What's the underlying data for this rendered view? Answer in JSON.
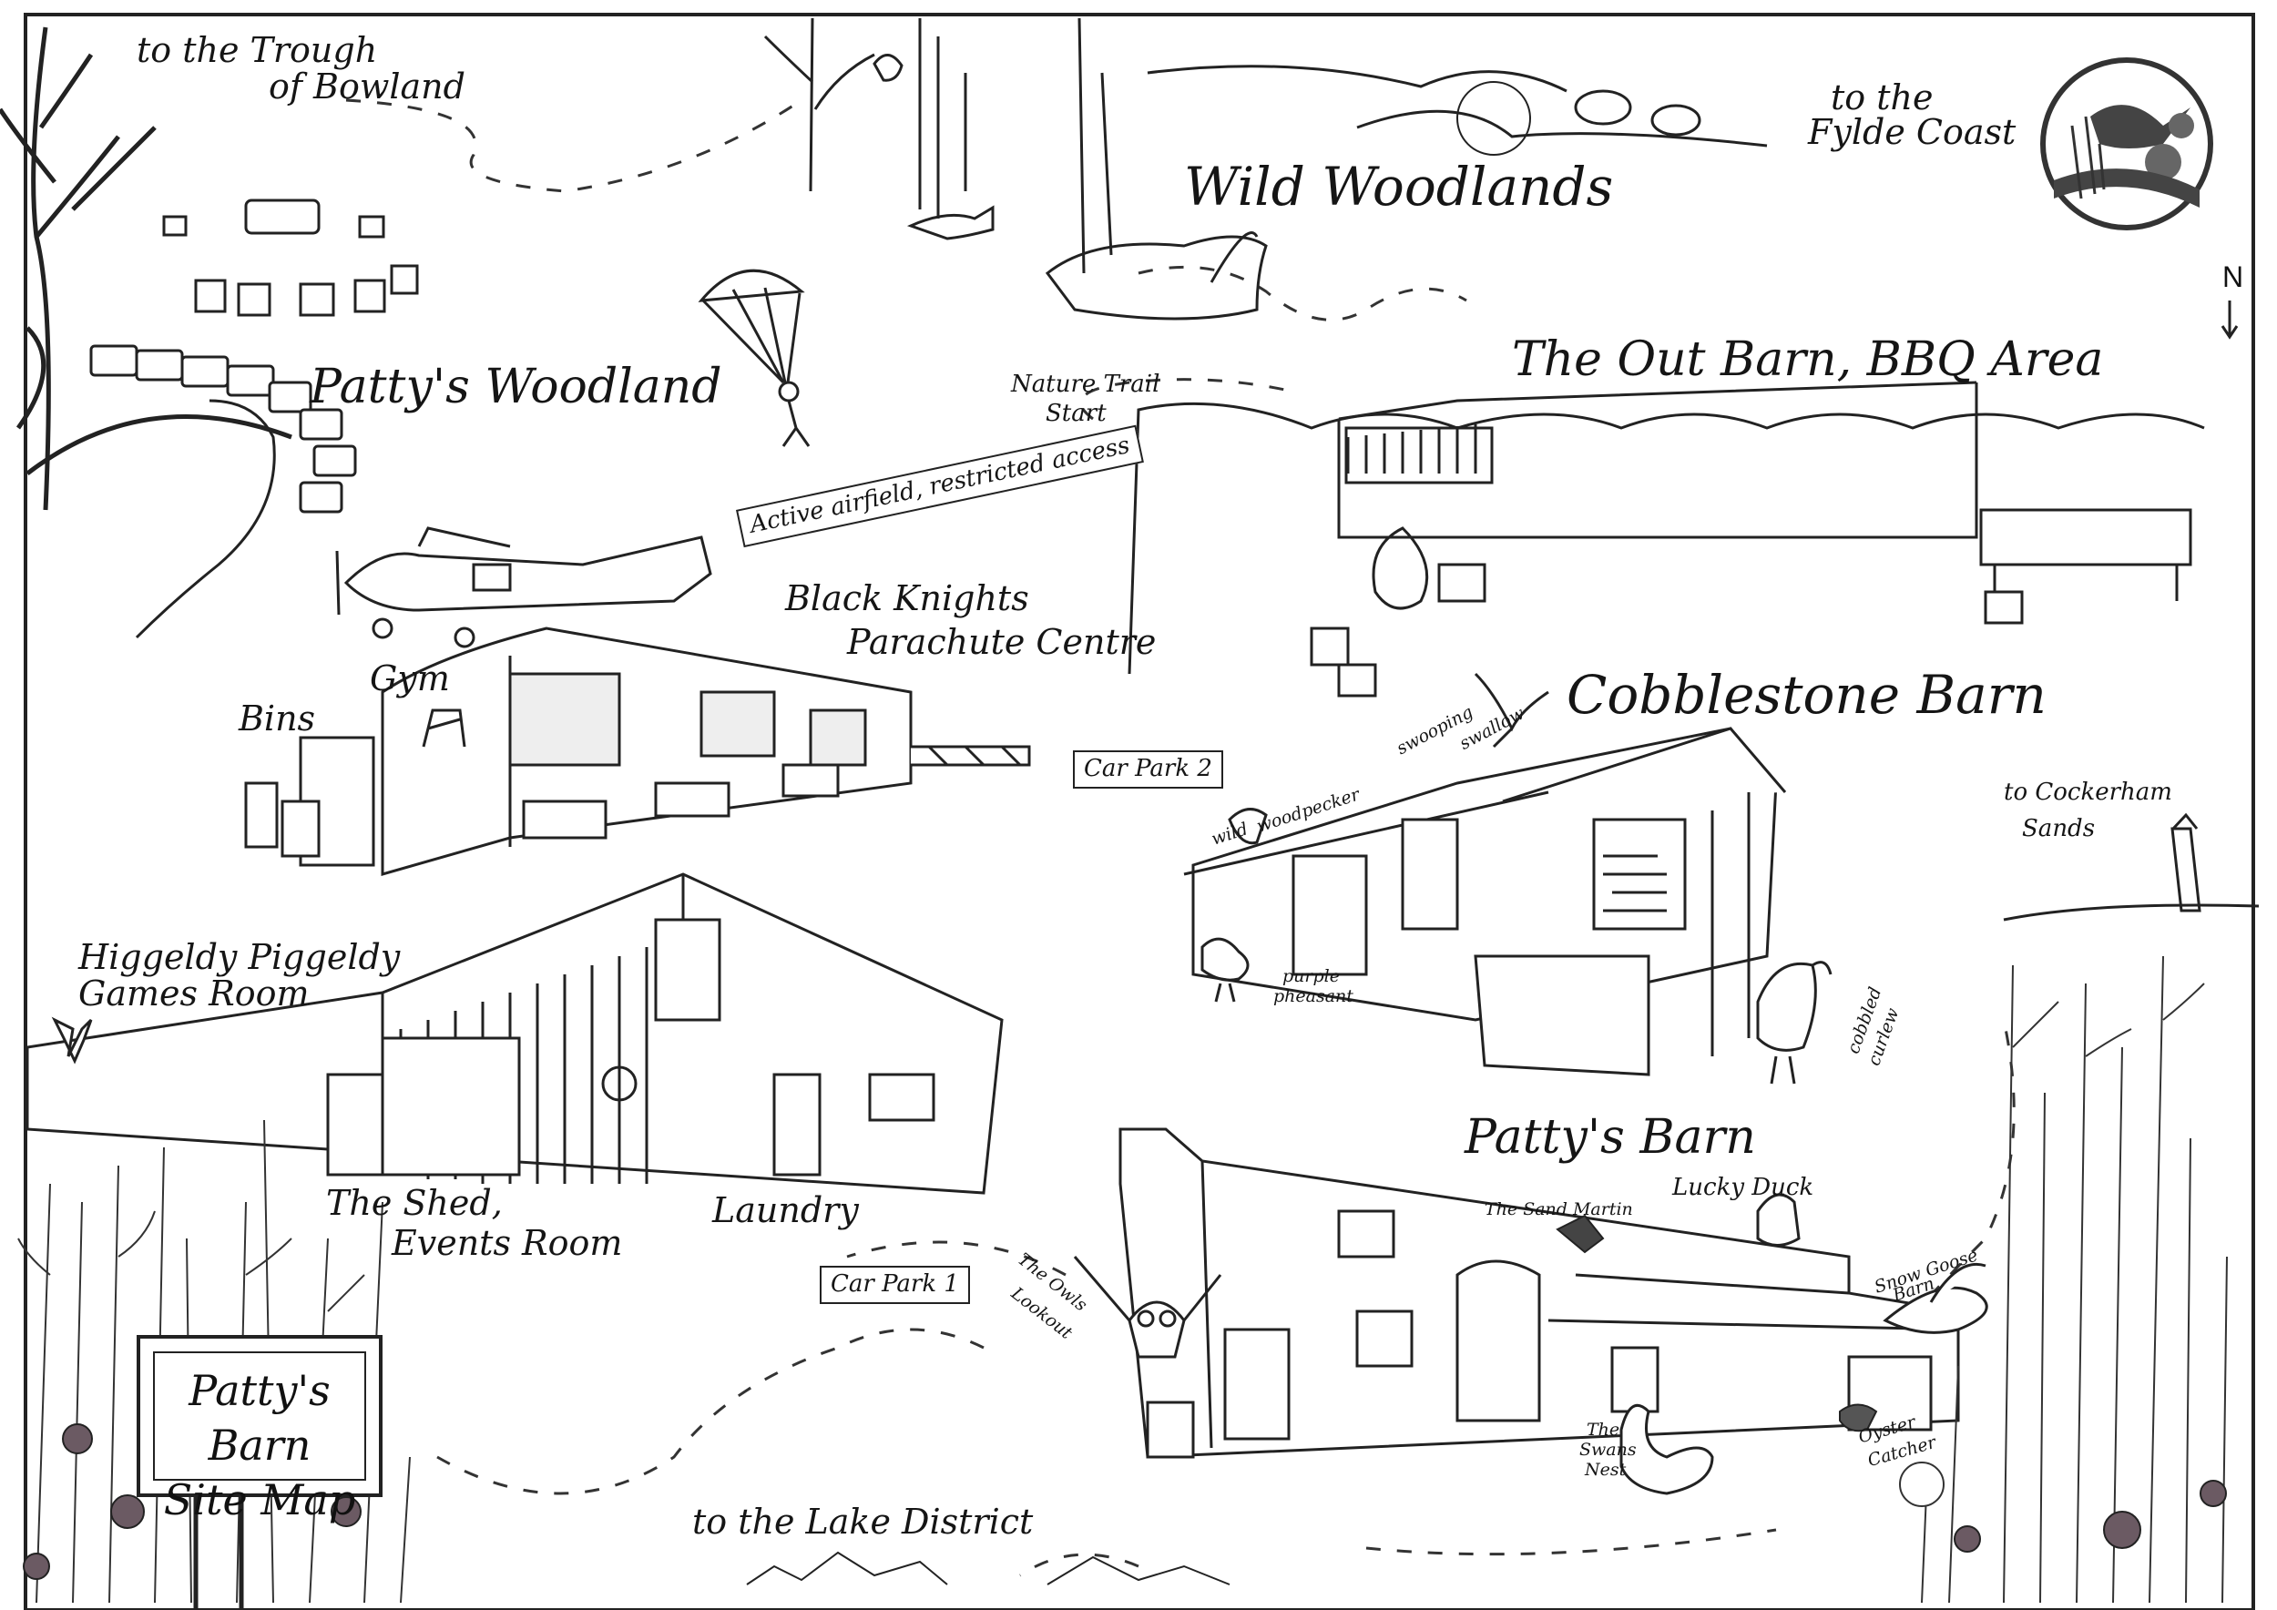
{
  "labels": {
    "trough_bowland_1": "to the Trough",
    "trough_bowland_2": "of Bowland",
    "wild_woodlands": "Wild Woodlands",
    "fylde_coast_1": "to the",
    "fylde_coast_2": "Fylde Coast",
    "compass": "N",
    "pattys_woodland": "Patty's Woodland",
    "nature_trail_1": "Nature Trail",
    "nature_trail_2": "Start",
    "out_barn": "The Out Barn, BBQ Area",
    "active_airfield": "Active airfield, restricted access",
    "black_knights_1": "Black Knights",
    "black_knights_2": "Parachute Centre",
    "gym": "Gym",
    "bins": "Bins",
    "car_park_2": "Car Park 2",
    "cobblestone_barn": "Cobblestone Barn",
    "swooping_swallow_1": "swooping",
    "swooping_swallow_2": "swallow",
    "wild_woodpecker_1": "wild",
    "wild_woodpecker_2": "woodpecker",
    "purple_pheasant_1": "purple",
    "purple_pheasant_2": "pheasant",
    "cobbled_curlew_1": "cobbled",
    "cobbled_curlew_2": "curlew",
    "cockerham_1": "to Cockerham",
    "cockerham_2": "Sands",
    "games_room_1": "Higgeldy Piggeldy",
    "games_room_2": "Games Room",
    "the_shed_1": "The Shed,",
    "the_shed_2": "Events Room",
    "laundry": "Laundry",
    "car_park_1": "Car Park 1",
    "pattys_barn": "Patty's Barn",
    "lucky_duck": "Lucky Duck",
    "sand_martin": "The Sand Martin",
    "owls_lookout_1": "The Owls",
    "owls_lookout_2": "Lookout",
    "snow_goose_1": "Snow Goose",
    "snow_goose_2": "Barn",
    "swans_nest_1": "The",
    "swans_nest_2": "Swans",
    "swans_nest_3": "Nest",
    "oyster_catcher_1": "Oyster",
    "oyster_catcher_2": "Catcher",
    "sign_1": "Patty's Barn",
    "sign_2": "Site Map",
    "lake_district": "to the Lake District"
  },
  "colors": {
    "ink": "#1a1a1a",
    "pencil": "#555555",
    "shade": "#9a9a9a",
    "poppy": "#6b5a63",
    "paper": "#ffffff"
  },
  "icons": [
    "logo-bird-poppy-emblem",
    "north-arrow-icon",
    "parachutist-icon",
    "airplane-icon",
    "fox-icon",
    "squirrel-icon",
    "sheep-icon",
    "swallow-icon",
    "woodpecker-icon",
    "pheasant-icon",
    "curlew-icon",
    "owl-icon",
    "duck-icon",
    "swan-icon",
    "goose-icon",
    "oyster-catcher-icon",
    "butterfly-icon",
    "lighthouse-icon",
    "poppy-icon"
  ]
}
